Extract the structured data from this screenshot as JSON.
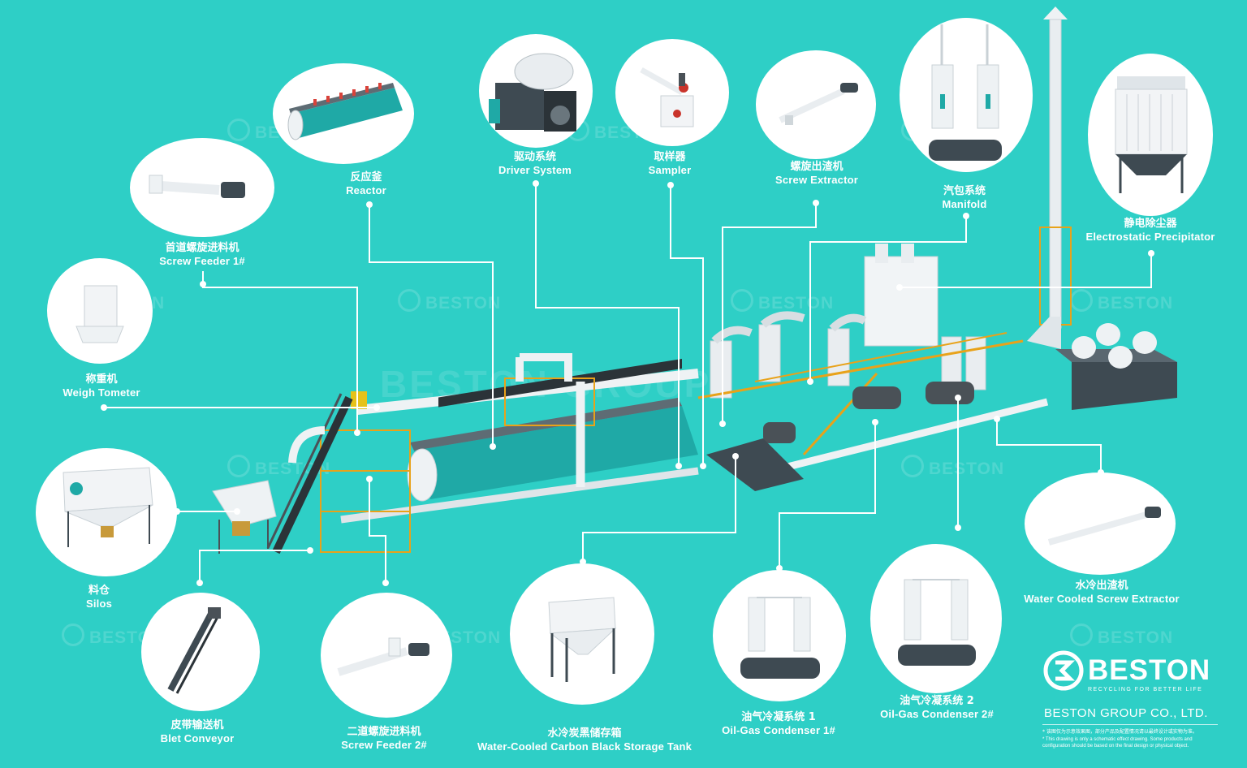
{
  "watermark": "BESTON",
  "watermark_big": "BESTON GROUP",
  "components": [
    {
      "id": "reactor",
      "cn": "反应釜",
      "en": "Reactor"
    },
    {
      "id": "driver",
      "cn": "驱动系统",
      "en": "Driver System"
    },
    {
      "id": "sampler",
      "cn": "取样器",
      "en": "Sampler"
    },
    {
      "id": "screw-extractor",
      "cn": "螺旋出渣机",
      "en": "Screw Extractor"
    },
    {
      "id": "manifold",
      "cn": "汽包系统",
      "en": "Manifold"
    },
    {
      "id": "esp",
      "cn": "静电除尘器",
      "en": "Electrostatic Precipitator"
    },
    {
      "id": "feeder1",
      "cn": "首道螺旋进料机",
      "en": "Screw Feeder 1#"
    },
    {
      "id": "weigh",
      "cn": "称重机",
      "en": "Weigh Tometer"
    },
    {
      "id": "silos",
      "cn": "料仓",
      "en": "Silos"
    },
    {
      "id": "belt",
      "cn": "皮带输送机",
      "en": "Blet Conveyor"
    },
    {
      "id": "feeder2",
      "cn": "二道螺旋进料机",
      "en": "Screw Feeder 2#"
    },
    {
      "id": "carbon-tank",
      "cn": "水冷炭黑储存箱",
      "en": "Water-Cooled Carbon Black Storage Tank"
    },
    {
      "id": "condenser1",
      "cn": "油气冷凝系统 1",
      "en": "Oil-Gas Condenser 1#"
    },
    {
      "id": "condenser2",
      "cn": "油气冷凝系统 2",
      "en": "Oil-Gas Condenser 2#"
    },
    {
      "id": "water-extractor",
      "cn": "水冷出渣机",
      "en": "Water Cooled Screw Extractor"
    }
  ],
  "brand": {
    "name": "BESTON",
    "tagline": "RECYCLING FOR BETTER LIFE",
    "company": "BESTON GROUP CO., LTD.",
    "note_cn": "* 该图仅为示意效果图，部分产品及配置情况请以最终设计或实物为准。",
    "note_en1": "* This drawing is only a schematic effect drawing. Some products and",
    "note_en2": "configuration should be based on the final design or physical object."
  },
  "colors": {
    "background": "#2ecfc6",
    "machine_teal": "#1fa9a6",
    "steel": "#e6e9ec",
    "frame_orange": "#e8a21a",
    "dark_grey": "#4a5157"
  }
}
